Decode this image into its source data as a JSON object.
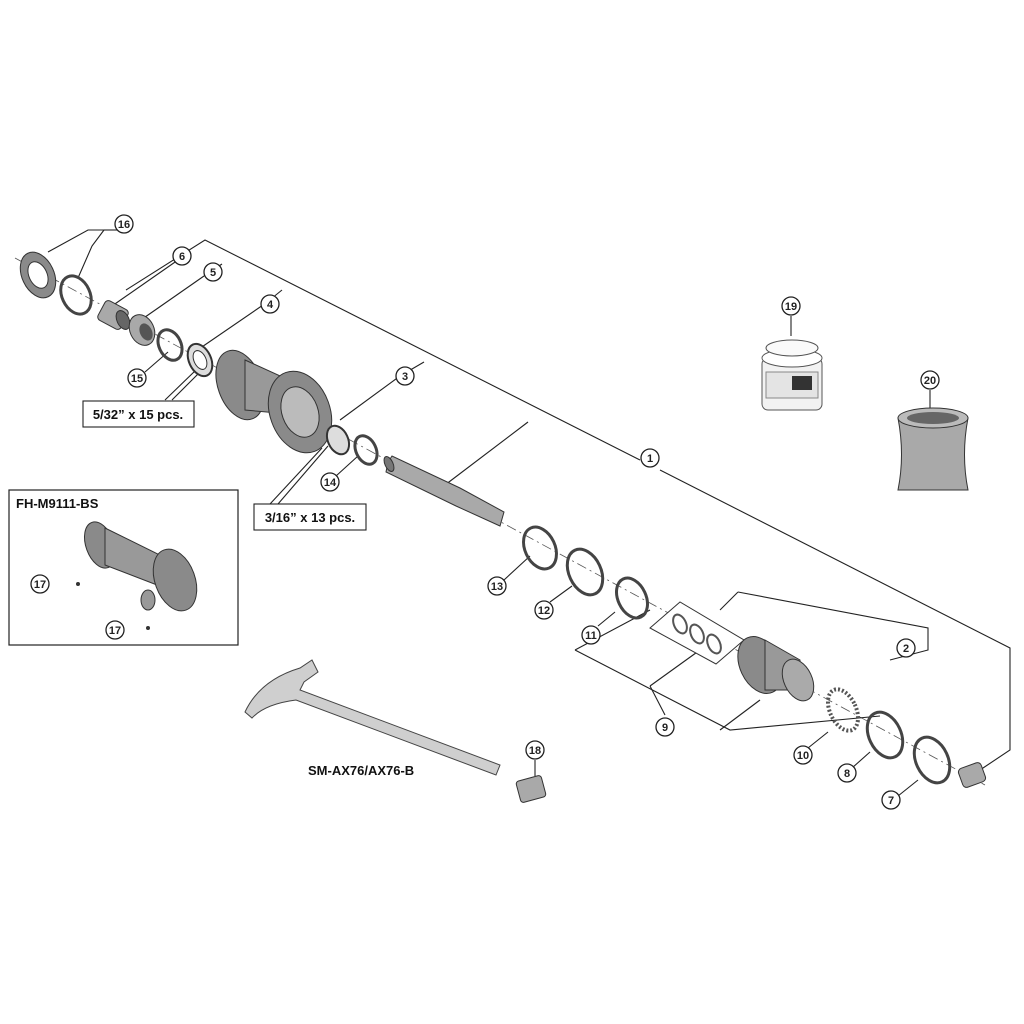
{
  "callouts": [
    {
      "id": "c1",
      "number": "1"
    },
    {
      "id": "c2",
      "number": "2"
    },
    {
      "id": "c3",
      "number": "3"
    },
    {
      "id": "c4",
      "number": "4"
    },
    {
      "id": "c5",
      "number": "5"
    },
    {
      "id": "c6",
      "number": "6"
    },
    {
      "id": "c7",
      "number": "7"
    },
    {
      "id": "c8",
      "number": "8"
    },
    {
      "id": "c9",
      "number": "9"
    },
    {
      "id": "c10",
      "number": "10"
    },
    {
      "id": "c11",
      "number": "11"
    },
    {
      "id": "c12",
      "number": "12"
    },
    {
      "id": "c13",
      "number": "13"
    },
    {
      "id": "c14",
      "number": "14"
    },
    {
      "id": "c15",
      "number": "15"
    },
    {
      "id": "c16",
      "number": "16"
    },
    {
      "id": "c17a",
      "number": "17"
    },
    {
      "id": "c17b",
      "number": "17"
    },
    {
      "id": "c18",
      "number": "18"
    },
    {
      "id": "c19",
      "number": "19"
    },
    {
      "id": "c20",
      "number": "20"
    }
  ],
  "labels": {
    "ball_large": "5/32” x 15 pcs.",
    "ball_small": "3/16” x 13 pcs.",
    "hub_model": "FH-M9111-BS",
    "axle_model": "SM-AX76/AX76-B"
  }
}
